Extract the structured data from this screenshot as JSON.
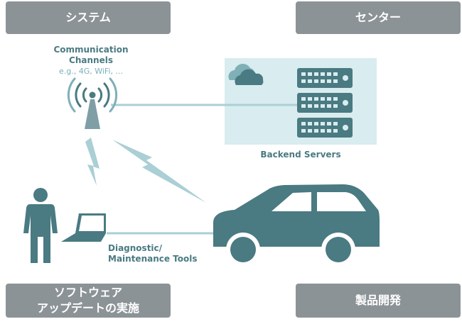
{
  "boxes": {
    "system": "システム",
    "center": "センター",
    "software_line1": "ソフトウェア",
    "software_line2": "アップデートの実施",
    "product_dev": "製品開発"
  },
  "labels": {
    "comm_line1": "Communication",
    "comm_line2": "Channels",
    "comm_examples": "e.g., 4G, WiFi, ...",
    "backend": "Backend Servers",
    "diag_line1": "Diagnostic/",
    "diag_line2": "Maintenance Tools"
  },
  "colors": {
    "box": "#8c9397",
    "teal": "#4a7a82",
    "light_teal": "#aacfd5",
    "panel": "#d9ecef"
  },
  "icons": [
    "tower-icon",
    "cloud-icon",
    "server-icon",
    "person-icon",
    "laptop-icon",
    "car-icon",
    "lightning-icon"
  ]
}
